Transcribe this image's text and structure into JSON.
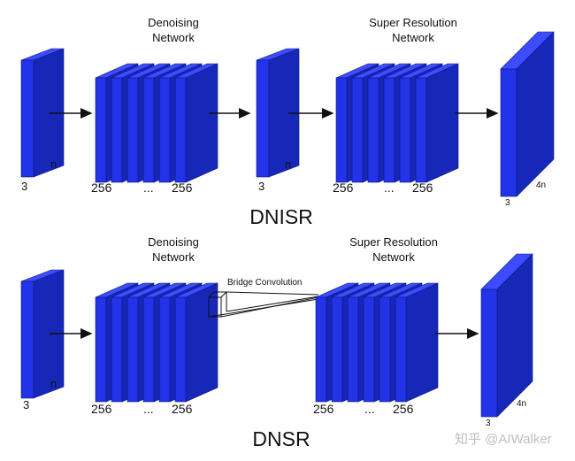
{
  "colors": {
    "front": "#2233e8",
    "side": "#1727b8",
    "top": "#3c4dff",
    "edge": "#0b1680",
    "arrow": "#111111",
    "watermark": "#bfbfbf"
  },
  "top_diagram": {
    "title": "DNISR",
    "denoising_label_1": "Denoising",
    "denoising_label_2": "Network",
    "sr_label_1": "Super Resolution",
    "sr_label_2": "Network",
    "input_dim_bottom": "3",
    "input_dim_side": "n",
    "denoise_left": "256",
    "denoise_mid": "...",
    "denoise_right": "256",
    "mid_dim": "3",
    "mid_side": "n",
    "sr_left": "256",
    "sr_mid": "...",
    "sr_right": "256",
    "out_dim_bottom": "3",
    "out_dim_side": "4n"
  },
  "bottom_diagram": {
    "title": "DNSR",
    "denoising_label_1": "Denoising",
    "denoising_label_2": "Network",
    "sr_label_1": "Super Resolution",
    "sr_label_2": "Network",
    "bridge_label": "Bridge Convolution",
    "input_dim_bottom": "3",
    "input_dim_side": "n",
    "denoise_left": "256",
    "denoise_mid": "...",
    "denoise_right": "256",
    "sr_left": "256",
    "sr_mid": "...",
    "sr_right": "256",
    "out_dim_bottom": "3",
    "out_dim_side": "4n"
  },
  "watermark": "知乎 @AIWalker"
}
